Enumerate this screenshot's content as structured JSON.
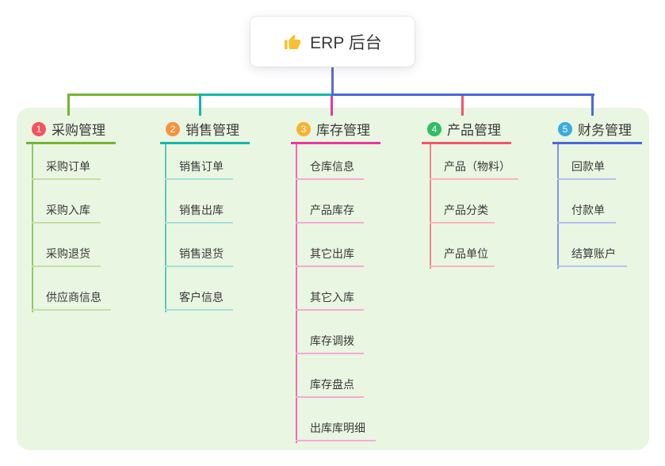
{
  "root": {
    "label": "ERP 后台",
    "icon": "thumbs-up-icon",
    "icon_color": "#fbc02d"
  },
  "colors": {
    "page_background": "#ffffff",
    "panel_background": "#e9f6e2",
    "root_connector": "#5b6ad8",
    "text": "#3a3a3a"
  },
  "branches": [
    {
      "badge": "1",
      "badge_color": "#f4545e",
      "label": "采购管理",
      "line_color": "#76b434",
      "trunk_color": "#92c765",
      "child_line_color": "#c4e0a2",
      "children": [
        "采购订单",
        "采购入库",
        "采购退货",
        "供应商信息"
      ]
    },
    {
      "badge": "2",
      "badge_color": "#f7923f",
      "label": "销售管理",
      "line_color": "#13b7ab",
      "trunk_color": "#57cabf",
      "child_line_color": "#a4e2db",
      "children": [
        "销售订单",
        "销售出库",
        "销售退货",
        "客户信息"
      ]
    },
    {
      "badge": "3",
      "badge_color": "#f7b234",
      "label": "库存管理",
      "line_color": "#e8399d",
      "trunk_color": "#f06ab7",
      "child_line_color": "#f5abd5",
      "children": [
        "仓库信息",
        "产品库存",
        "其它出库",
        "其它入库",
        "库存调拨",
        "库存盘点",
        "出库库明细"
      ]
    },
    {
      "badge": "4",
      "badge_color": "#2fbd62",
      "label": "产品管理",
      "line_color": "#f4556a",
      "trunk_color": "#f7838f",
      "child_line_color": "#fab6bc",
      "children": [
        "产品（物料）",
        "产品分类",
        "产品单位"
      ]
    },
    {
      "badge": "5",
      "badge_color": "#3aacde",
      "label": "财务管理",
      "line_color": "#4b67d8",
      "trunk_color": "#8195e3",
      "child_line_color": "#b3c0ef",
      "children": [
        "回款单",
        "付款单",
        "结算账户"
      ]
    }
  ]
}
